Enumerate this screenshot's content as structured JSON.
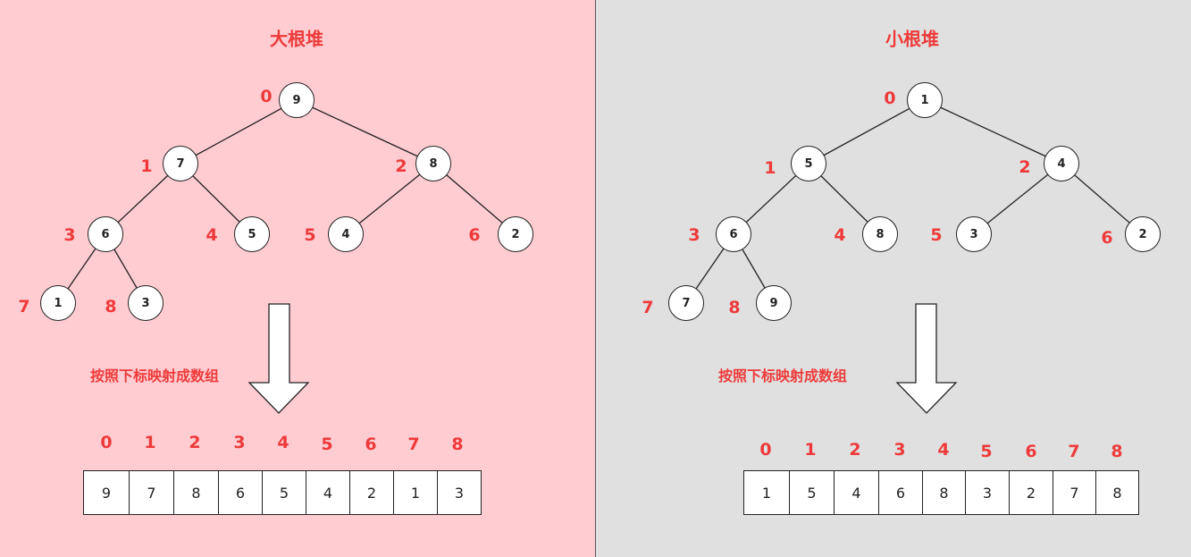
{
  "max_heap": {
    "title": "大根堆",
    "caption": "按照下标映射成数组",
    "nodes": [
      "9",
      "7",
      "8",
      "6",
      "5",
      "4",
      "2",
      "1",
      "3"
    ],
    "node_indices": [
      "0",
      "1",
      "2",
      "3",
      "4",
      "5",
      "6",
      "7",
      "8"
    ],
    "array_indices": [
      "0",
      "1",
      "2",
      "3",
      "4",
      "5",
      "6",
      "7",
      "8"
    ],
    "array": [
      "9",
      "7",
      "8",
      "6",
      "5",
      "4",
      "2",
      "1",
      "3"
    ]
  },
  "min_heap": {
    "title": "小根堆",
    "caption": "按照下标映射成数组",
    "nodes": [
      "1",
      "5",
      "4",
      "6",
      "8",
      "3",
      "2",
      "7",
      "9"
    ],
    "node_indices": [
      "0",
      "1",
      "2",
      "3",
      "4",
      "5",
      "6",
      "7",
      "8"
    ],
    "array_indices": [
      "0",
      "1",
      "2",
      "3",
      "4",
      "5",
      "6",
      "7",
      "8"
    ],
    "array": [
      "1",
      "5",
      "4",
      "6",
      "8",
      "3",
      "2",
      "7",
      "8"
    ]
  },
  "colors": {
    "max_background": "#ffccd2",
    "min_background": "#e0e0e0",
    "accent": "#ee3a3a"
  }
}
